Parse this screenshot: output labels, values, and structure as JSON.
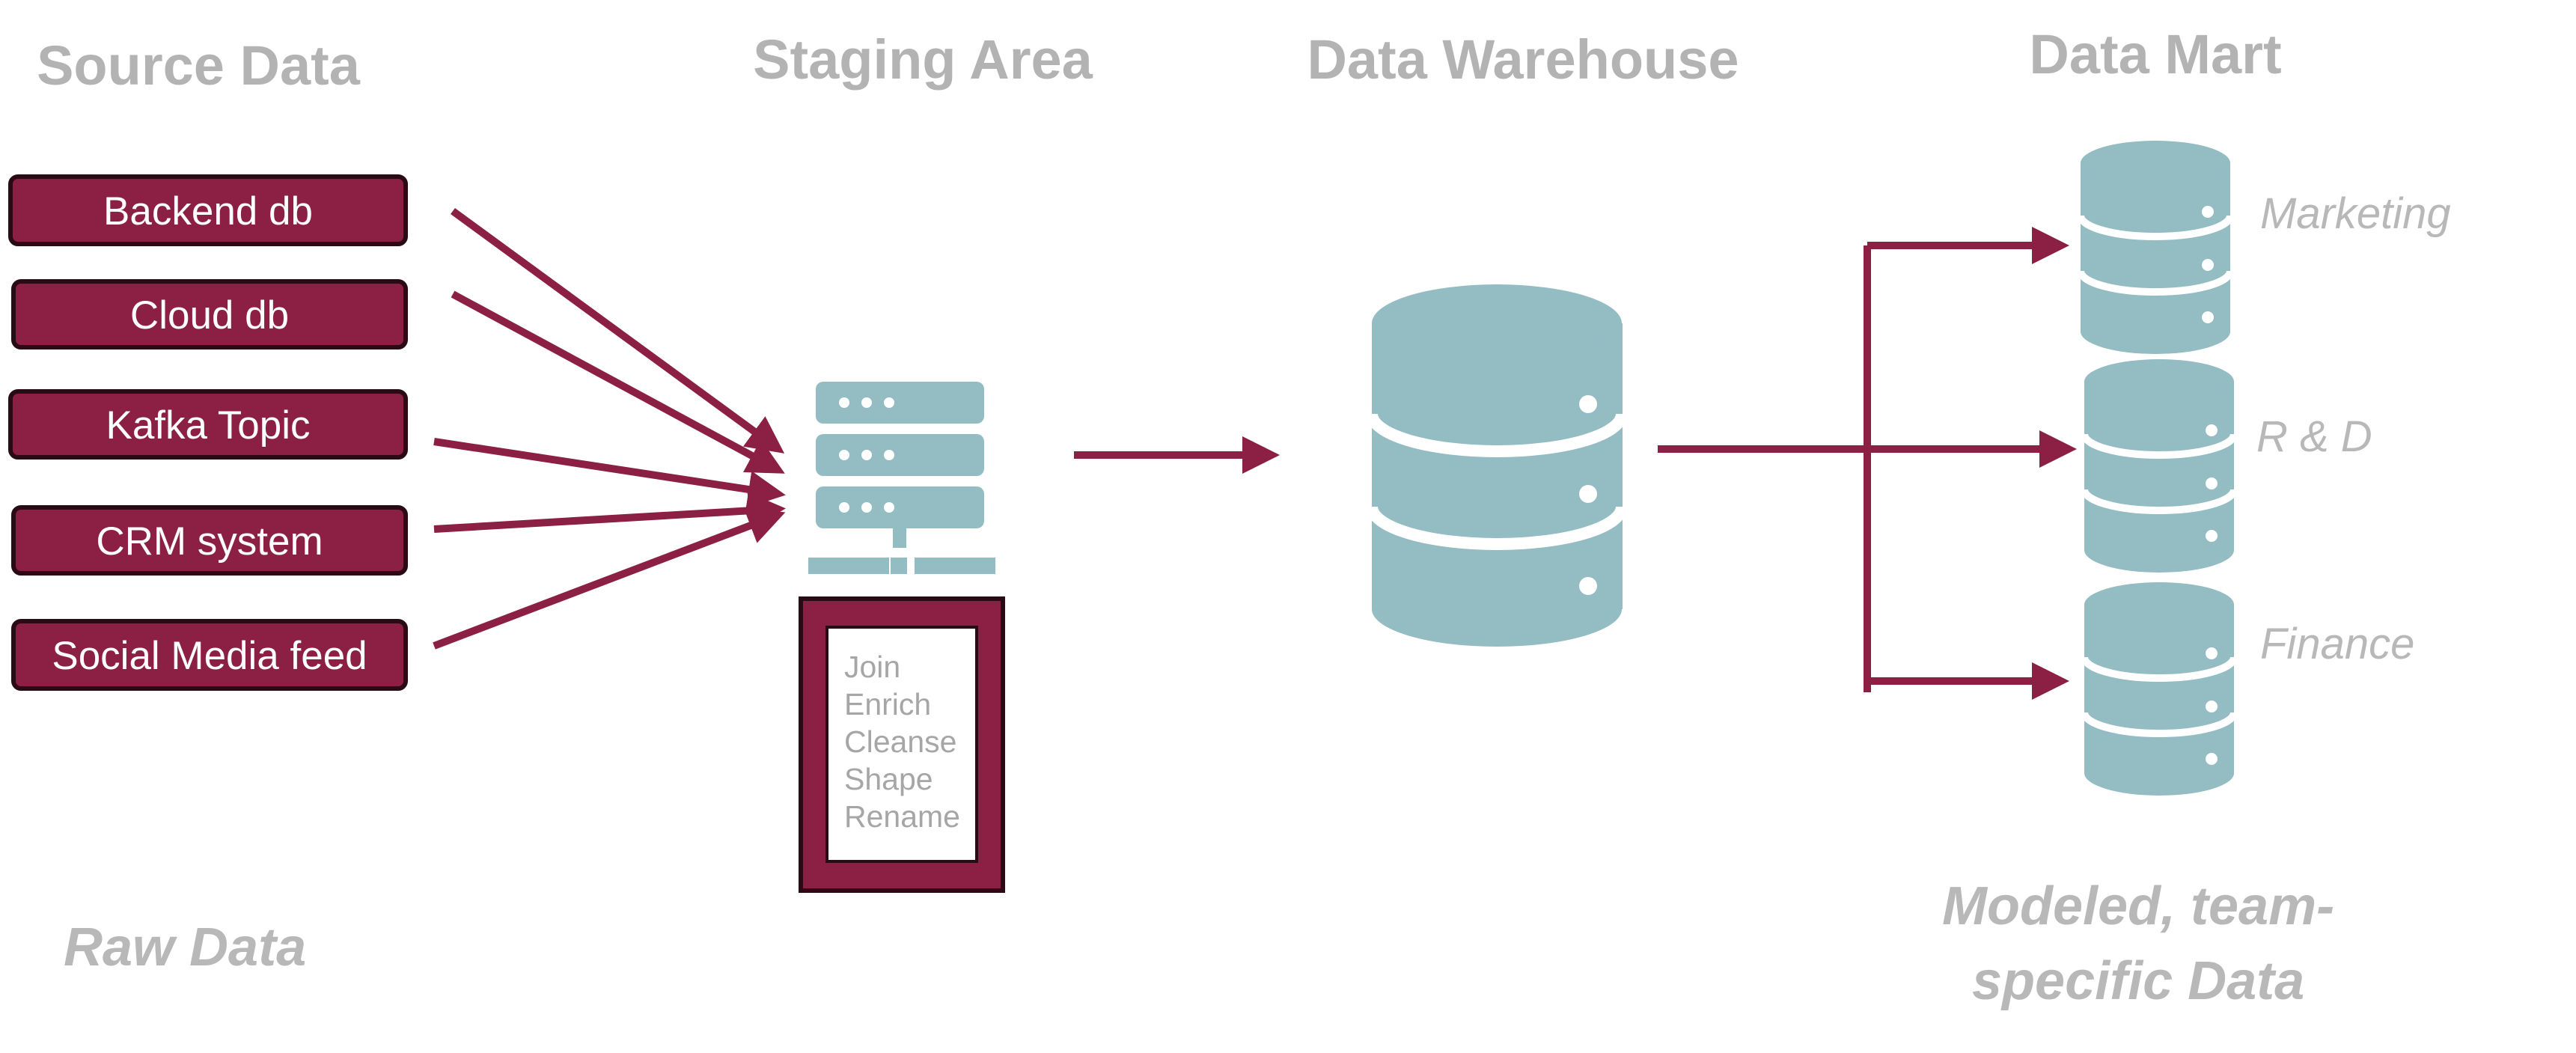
{
  "colors": {
    "accent": "#8b1f44",
    "db": "#93bcc3",
    "title_text": "#b3b3b3"
  },
  "columns": {
    "source": "Source Data",
    "staging": "Staging Area",
    "warehouse": "Data Warehouse",
    "mart": "Data Mart"
  },
  "sources": [
    "Backend db",
    "Cloud db",
    "Kafka Topic",
    "CRM system",
    "Social Media feed"
  ],
  "staging": {
    "icon": "server-icon",
    "steps": [
      "Join",
      "Enrich",
      "Cleanse",
      "Shape",
      "Rename"
    ]
  },
  "warehouse": {
    "icon": "database-icon"
  },
  "marts": [
    "Marketing",
    "R & D",
    "Finance"
  ],
  "notes": {
    "raw": "Raw Data",
    "modeled_line1": "Modeled, team-",
    "modeled_line2": "specific Data"
  }
}
